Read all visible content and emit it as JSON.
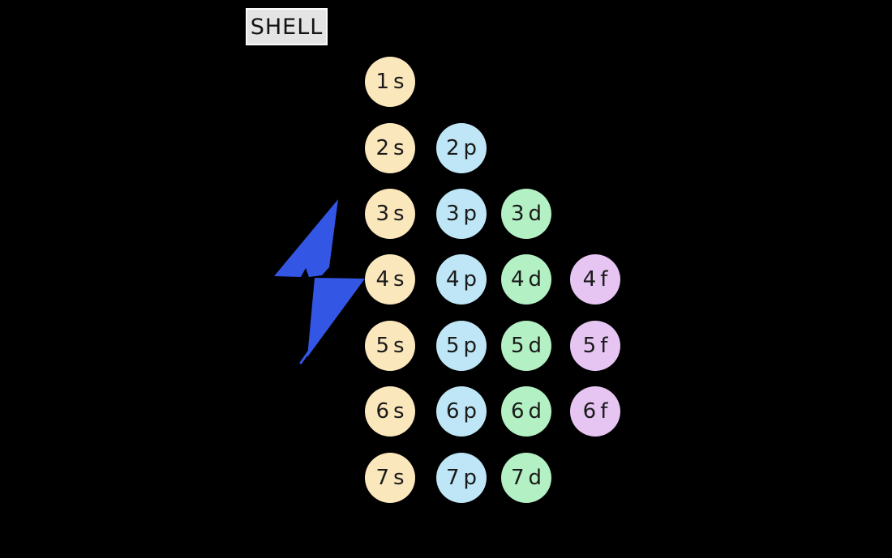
{
  "shell_label": "SHELL",
  "colors": {
    "background": "#000000",
    "s": "#FBE7BC",
    "p": "#BEE6F6",
    "d": "#B3F0C4",
    "f": "#E6C5F2",
    "bolt": "#3456E4",
    "label_box": "#E4E4E4",
    "label_border": "#FAFAFA",
    "text": "#1A1A1A"
  },
  "icons": {
    "bolt": "lightning-bolt-icon"
  },
  "orbitals": {
    "columns": [
      "s",
      "p",
      "d",
      "f"
    ],
    "rows": [
      {
        "shell": "1",
        "cells": [
          {
            "n": "1",
            "l": "s"
          }
        ]
      },
      {
        "shell": "2",
        "cells": [
          {
            "n": "2",
            "l": "s"
          },
          {
            "n": "2",
            "l": "p"
          }
        ]
      },
      {
        "shell": "3",
        "cells": [
          {
            "n": "3",
            "l": "s"
          },
          {
            "n": "3",
            "l": "p"
          },
          {
            "n": "3",
            "l": "d"
          }
        ]
      },
      {
        "shell": "4",
        "cells": [
          {
            "n": "4",
            "l": "s"
          },
          {
            "n": "4",
            "l": "p"
          },
          {
            "n": "4",
            "l": "d"
          },
          {
            "n": "4",
            "l": "f"
          }
        ]
      },
      {
        "shell": "5",
        "cells": [
          {
            "n": "5",
            "l": "s"
          },
          {
            "n": "5",
            "l": "p"
          },
          {
            "n": "5",
            "l": "d"
          },
          {
            "n": "5",
            "l": "f"
          }
        ]
      },
      {
        "shell": "6",
        "cells": [
          {
            "n": "6",
            "l": "s"
          },
          {
            "n": "6",
            "l": "p"
          },
          {
            "n": "6",
            "l": "d"
          },
          {
            "n": "6",
            "l": "f"
          }
        ]
      },
      {
        "shell": "7",
        "cells": [
          {
            "n": "7",
            "l": "s"
          },
          {
            "n": "7",
            "l": "p"
          },
          {
            "n": "7",
            "l": "d"
          }
        ]
      }
    ]
  }
}
